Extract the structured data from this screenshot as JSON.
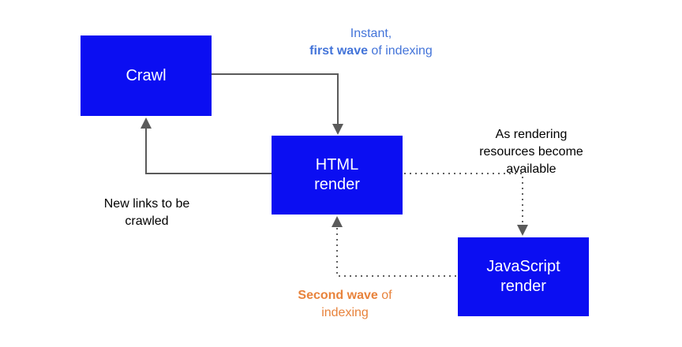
{
  "diagram": {
    "nodes": {
      "crawl": {
        "label": "Crawl"
      },
      "html_render": {
        "label": "HTML\nrender"
      },
      "js_render": {
        "label": "JavaScript\nrender"
      }
    },
    "labels": {
      "first_wave": {
        "pre": "Instant,\n",
        "bold": "first wave",
        "post": " of indexing"
      },
      "new_links": {
        "text": "New links to be\ncrawled"
      },
      "rendering": {
        "text": "As rendering\nresources become\navailable"
      },
      "second_wave": {
        "bold": "Second wave",
        "post": " of\nindexing"
      }
    },
    "edges": [
      {
        "from": "crawl",
        "to": "html_render",
        "style": "solid",
        "label": "Instant, first wave of indexing"
      },
      {
        "from": "html_render",
        "to": "crawl",
        "style": "solid",
        "label": "New links to be crawled"
      },
      {
        "from": "html_render",
        "to": "js_render",
        "style": "dotted",
        "label": "As rendering resources become available"
      },
      {
        "from": "js_render",
        "to": "html_render",
        "style": "dotted",
        "label": "Second wave of indexing"
      }
    ],
    "colors": {
      "node_fill": "#0b0ef2",
      "node_text": "#ffffff",
      "solid_arrow": "#5a5a5a",
      "dotted_arrow": "#606060",
      "first_wave_label": "#4374d9",
      "second_wave_label": "#e8833c",
      "plain_label": "#000000"
    }
  }
}
